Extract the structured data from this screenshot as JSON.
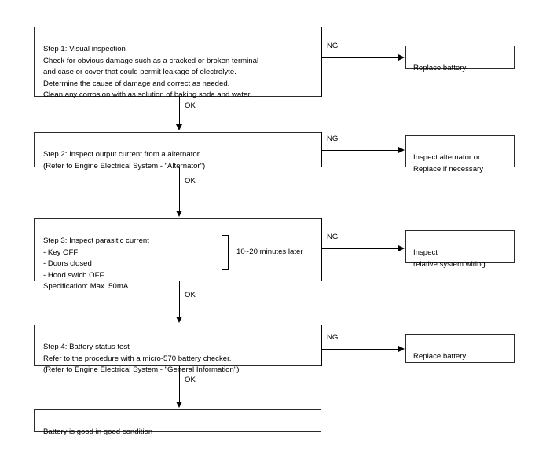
{
  "diagram": {
    "title": "Battery Inspection Troubleshooting Flowchart",
    "ok_label": "OK",
    "ng_label": "NG",
    "steps": [
      {
        "id": "step-1",
        "text": "Step 1: Visual inspection\nCheck for obvious damage such as a cracked or broken terminal\nand case or cover that could permit leakage of electrolyte.\nDetermine the cause of damage and correct as needed.\nClean any corrosion with as solution of baking soda and water."
      },
      {
        "id": "step-2",
        "text": "Step 2: Inspect output current from a alternator\n(Refer to Engine Electrical System - \"Alternator\")"
      },
      {
        "id": "step-3",
        "text": "Step 3: Inspect parasitic current\n - Key OFF\n - Doors closed\n - Hood swich OFF\n   Specification: Max. 50mA",
        "bracket_label": "10~20 minutes later"
      },
      {
        "id": "step-4",
        "text": "Step 4: Battery status test\nRefer to the procedure with a micro-570 battery checker.\n(Refer to Engine Electrical System - \"General Information\")"
      }
    ],
    "result": {
      "id": "result-box",
      "text": "Battery is good in good condition"
    },
    "ng_outcomes": [
      {
        "id": "ng-outcome-1",
        "text": "Replace battery"
      },
      {
        "id": "ng-outcome-2",
        "text": "Inspect alternator or\nReplace if necessary"
      },
      {
        "id": "ng-outcome-3",
        "text": "Inspect\nrelative system wiring"
      },
      {
        "id": "ng-outcome-4",
        "text": "Replace battery"
      }
    ],
    "colors": {
      "background": "#ffffff",
      "border": "#2b2b2b",
      "line": "#000000",
      "text": "#000000"
    }
  }
}
